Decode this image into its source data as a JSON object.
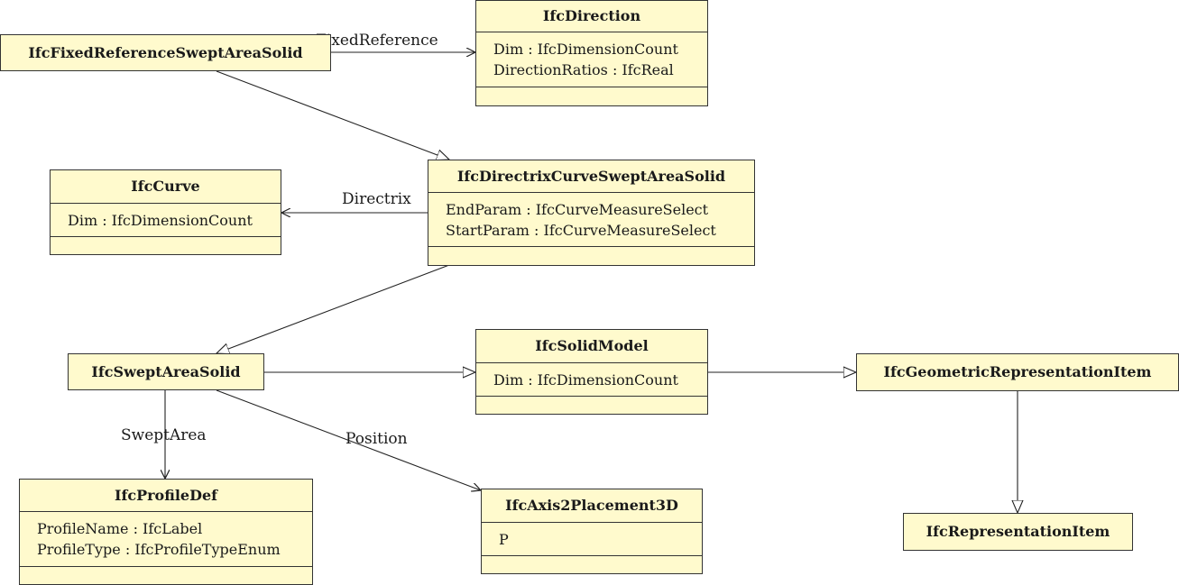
{
  "classes": {
    "fixed_ref": {
      "name": "IfcFixedReferenceSweptAreaSolid"
    },
    "direction": {
      "name": "IfcDirection",
      "attrs": [
        "Dim : IfcDimensionCount",
        "DirectionRatios : IfcReal"
      ]
    },
    "curve": {
      "name": "IfcCurve",
      "attrs": [
        "Dim : IfcDimensionCount"
      ]
    },
    "directrix": {
      "name": "IfcDirectrixCurveSweptAreaSolid",
      "attrs": [
        "EndParam : IfcCurveMeasureSelect",
        "StartParam : IfcCurveMeasureSelect"
      ]
    },
    "swept": {
      "name": "IfcSweptAreaSolid"
    },
    "solid_model": {
      "name": "IfcSolidModel",
      "attrs": [
        "Dim : IfcDimensionCount"
      ]
    },
    "geom_rep": {
      "name": "IfcGeometricRepresentationItem"
    },
    "profile": {
      "name": "IfcProfileDef",
      "attrs": [
        "ProfileName : IfcLabel",
        "ProfileType : IfcProfileTypeEnum"
      ]
    },
    "axis": {
      "name": "IfcAxis2Placement3D",
      "attrs": [
        "P"
      ]
    },
    "rep_item": {
      "name": "IfcRepresentationItem"
    }
  },
  "edge_labels": {
    "fixed_reference": "FixedReference",
    "directrix": "Directrix",
    "swept_area": "SweptArea",
    "position": "Position"
  }
}
